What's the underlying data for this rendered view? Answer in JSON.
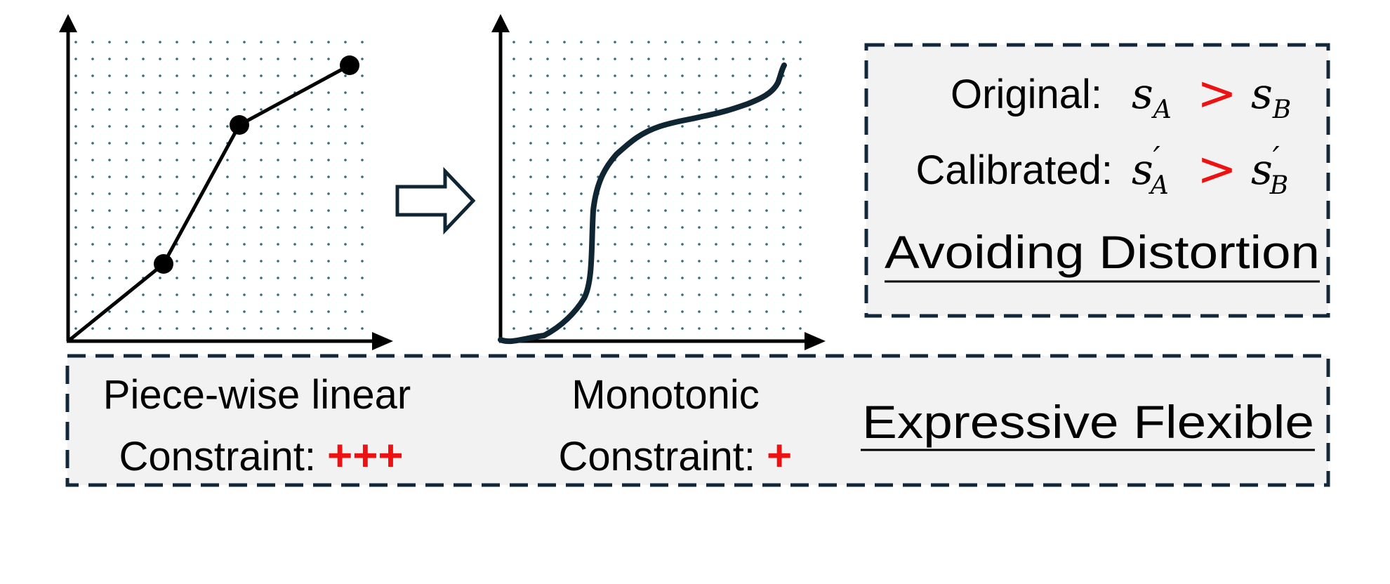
{
  "colors": {
    "axis": "#000000",
    "curve": "#0f2532",
    "dot_grid": "#2a6a86",
    "box_border": "#12283a",
    "box_fill": "#f2f2f2",
    "accent_red": "#ee1111"
  },
  "right_box": {
    "original_label": "Original:",
    "calibrated_label": "Calibrated:",
    "math_s": "s",
    "sub_a": "A",
    "sub_b": "B",
    "prime": "′",
    "gt": ">",
    "property": "Avoiding Distortion"
  },
  "bottom_box": {
    "left_line1": "Piece-wise linear",
    "left_line2": "Constraint:",
    "left_plus": "+++",
    "mid_line1": "Monotonic",
    "mid_line2": "Constraint:",
    "mid_plus": "+",
    "property": "Expressive Flexible"
  },
  "arrow_icon": "right-hollow-arrow-icon"
}
